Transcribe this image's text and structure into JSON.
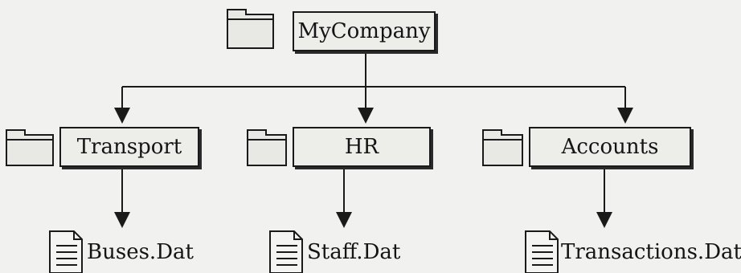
{
  "diagram": {
    "root": {
      "label": "MyCompany",
      "icon": "folder-icon"
    },
    "folders": [
      {
        "label": "Transport",
        "icon": "folder-icon"
      },
      {
        "label": "HR",
        "icon": "folder-icon"
      },
      {
        "label": "Accounts",
        "icon": "folder-icon"
      }
    ],
    "files": [
      {
        "label": "Buses.Dat",
        "icon": "file-icon"
      },
      {
        "label": "Staff.Dat",
        "icon": "file-icon"
      },
      {
        "label": "Transactions.Dat",
        "icon": "file-icon"
      }
    ]
  }
}
